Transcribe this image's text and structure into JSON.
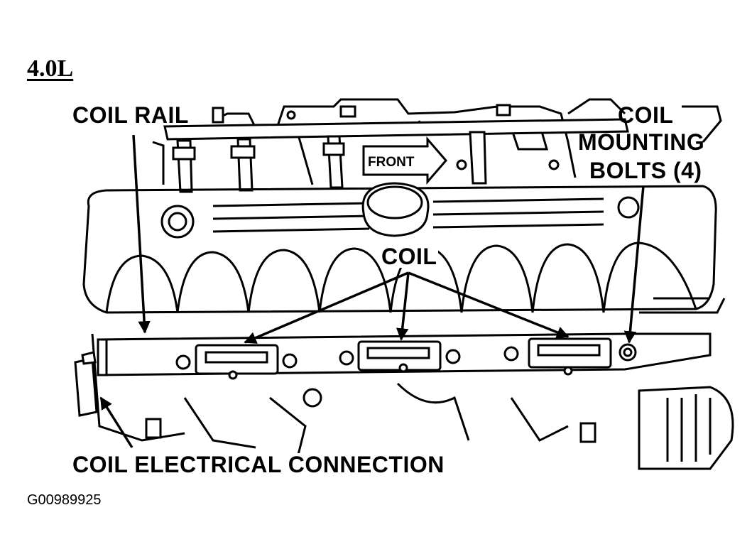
{
  "title": "4.0L",
  "figure_id": "G00989925",
  "labels": {
    "coil_rail": "COIL RAIL",
    "coil_mounting_bolts": [
      "COIL",
      "MOUNTING",
      "BOLTS (4)"
    ],
    "coil": "COIL",
    "coil_electrical_connection": "COIL ELECTRICAL CONNECTION",
    "front": "FRONT"
  },
  "colors": {
    "ink": "#000000",
    "paper": "#ffffff"
  }
}
